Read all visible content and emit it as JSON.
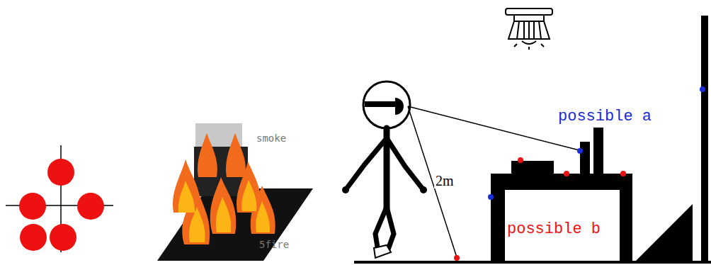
{
  "diagram": {
    "labels": [
      "smoke",
      "5fire",
      "2m",
      "possible a",
      "possible b"
    ]
  }
}
